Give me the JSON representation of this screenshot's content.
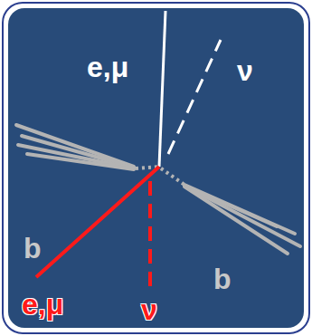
{
  "diagram": {
    "labels": [
      "e,μ",
      "ν",
      "b",
      "b",
      "e,μ",
      "ν"
    ]
  }
}
